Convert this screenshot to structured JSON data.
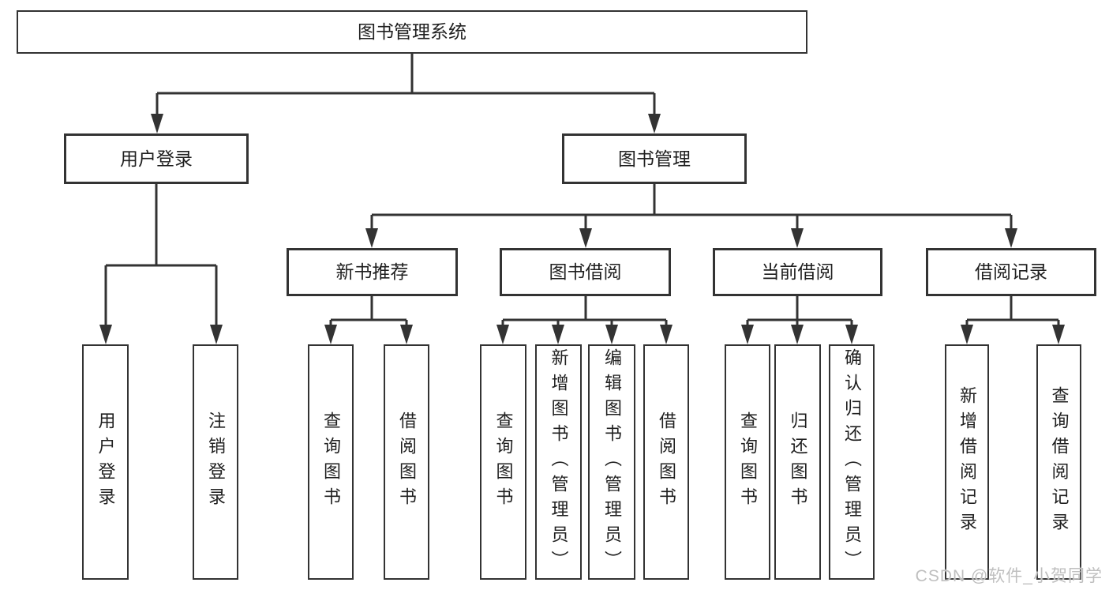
{
  "tree": {
    "root": {
      "label": "图书管理系统"
    },
    "branches": [
      {
        "label": "用户登录",
        "children": [
          {
            "label": "用户登录"
          },
          {
            "label": "注销登录"
          }
        ]
      },
      {
        "label": "图书管理",
        "children": [
          {
            "label": "新书推荐",
            "children": [
              {
                "label": "查询图书"
              },
              {
                "label": "借阅图书"
              }
            ]
          },
          {
            "label": "图书借阅",
            "children": [
              {
                "label": "查询图书"
              },
              {
                "label": "新增图书（管理员）"
              },
              {
                "label": "编辑图书（管理员）"
              },
              {
                "label": "借阅图书"
              }
            ]
          },
          {
            "label": "当前借阅",
            "children": [
              {
                "label": "查询图书"
              },
              {
                "label": "归还图书"
              },
              {
                "label": "确认归还（管理员）"
              }
            ]
          },
          {
            "label": "借阅记录",
            "children": [
              {
                "label": "新增借阅记录"
              },
              {
                "label": "查询借阅记录"
              }
            ]
          }
        ]
      }
    ]
  },
  "watermark": {
    "text": "CSDN @软件_小贺同学"
  },
  "colors": {
    "line": "#333333",
    "text": "#1f1f1f",
    "background": "#ffffff",
    "watermark": "#bfbfbf"
  }
}
